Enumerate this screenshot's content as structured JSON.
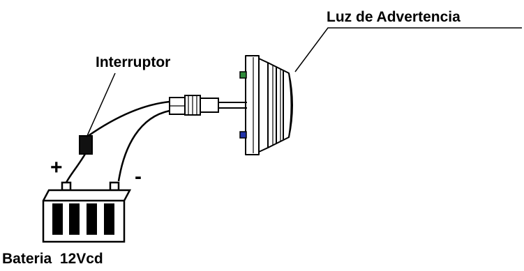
{
  "labels": {
    "warning_light": "Luz de Advertencia",
    "switch": "Interruptor",
    "battery": "Bateria  12Vcd",
    "positive": "+",
    "negative": "-"
  },
  "colors": {
    "line": "#000000",
    "terminal_top": "#2e8b3a",
    "terminal_bottom": "#2233aa",
    "background": "#ffffff"
  }
}
